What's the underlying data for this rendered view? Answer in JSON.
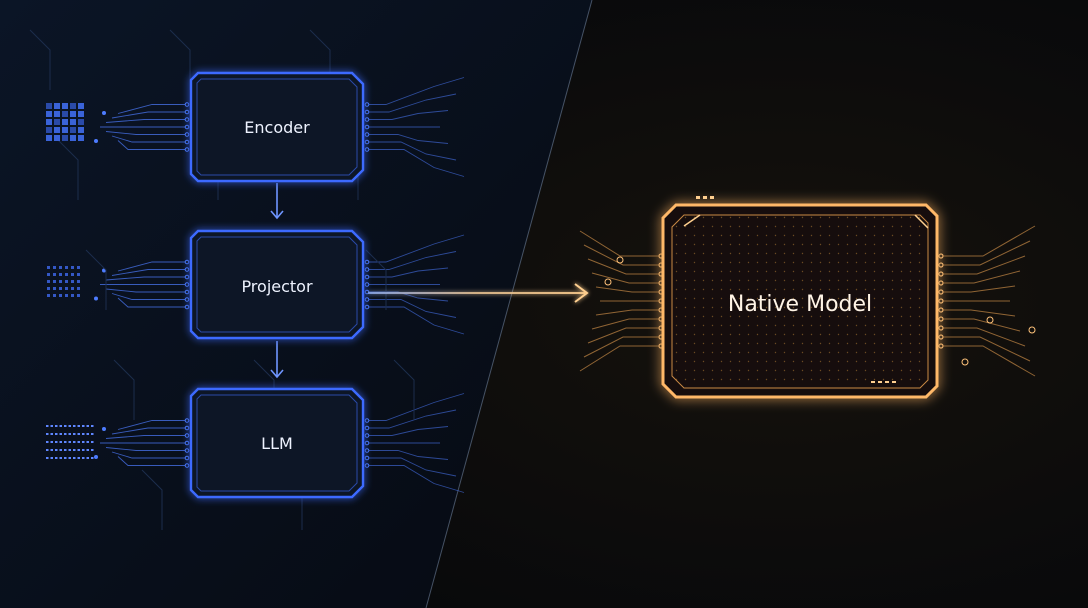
{
  "pipeline": {
    "blocks": [
      {
        "label": "Encoder"
      },
      {
        "label": "Projector"
      },
      {
        "label": "LLM"
      }
    ]
  },
  "native": {
    "label": "Native Model"
  },
  "colors": {
    "left_accent": "#4d7cff",
    "left_glow": "#2f5cff",
    "right_accent": "#ffc27a",
    "right_glow": "#ff9a2e",
    "left_background": "#0a1322",
    "right_background": "#0b0b0d"
  },
  "icons": [
    "pixel-grid-icon",
    "dot-matrix-icon",
    "token-rows-icon"
  ]
}
